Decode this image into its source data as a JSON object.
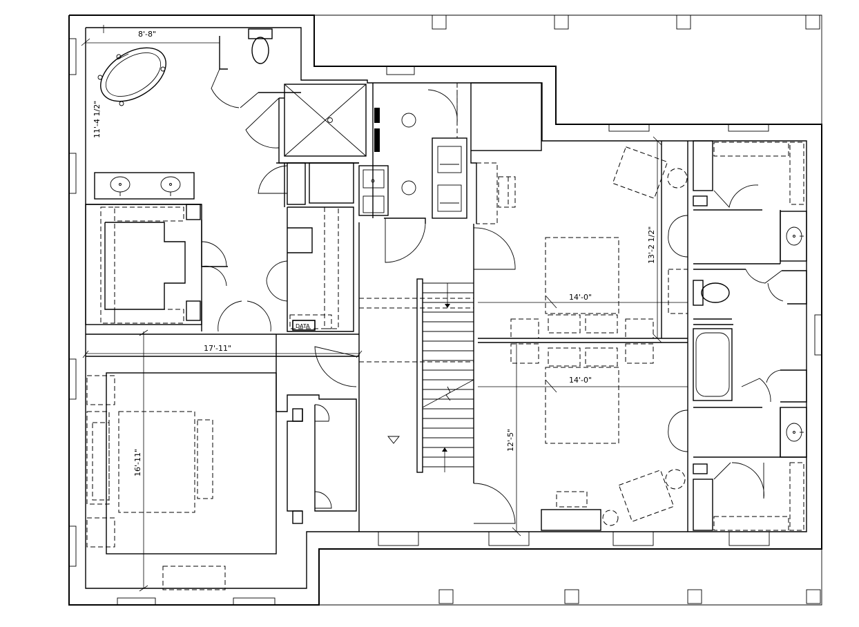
{
  "dimensions": {
    "master_bath_width": "8'-8\"",
    "master_bath_depth": "11'-4 1/2\"",
    "bedroom_width": "17'-11\"",
    "bedroom_depth": "16'-11\"",
    "upper_room_width": "14'-0\"",
    "lower_room_width": "14'-0\"",
    "upper_room_depth": "13'-2 1/2\"",
    "lower_room_depth": "12'-5\""
  },
  "tags": {
    "data_outlet": "DATA"
  }
}
